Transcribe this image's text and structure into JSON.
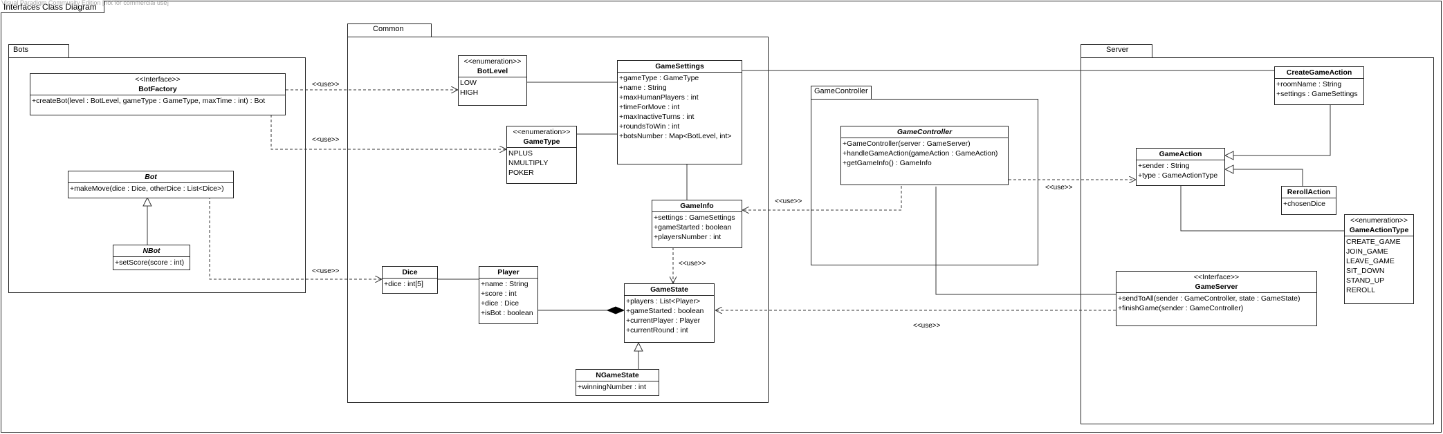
{
  "watermark": "Visual Paradigm Community Edition [not for commercial use]",
  "diagram_title": "Interfaces Class Diagram",
  "packages": {
    "bots": "Bots",
    "common": "Common",
    "server": "Server",
    "game_controller": "GameController"
  },
  "classes": {
    "bot_factory": {
      "stereotype": "<<Interface>>",
      "name": "BotFactory",
      "operations": [
        "+createBot(level : BotLevel, gameType : GameType, maxTime : int) : Bot"
      ]
    },
    "bot": {
      "name": "Bot",
      "operations": [
        "+makeMove(dice : Dice, otherDice : List<Dice>)"
      ]
    },
    "nbot": {
      "name": "NBot",
      "operations": [
        "+setScore(score : int)"
      ]
    },
    "bot_level": {
      "stereotype": "<<enumeration>>",
      "name": "BotLevel",
      "literals": [
        "LOW",
        "HIGH"
      ]
    },
    "game_type": {
      "stereotype": "<<enumeration>>",
      "name": "GameType",
      "literals": [
        "NPLUS",
        "NMULTIPLY",
        "POKER"
      ]
    },
    "game_settings": {
      "name": "GameSettings",
      "attributes": [
        "+gameType : GameType",
        "+name : String",
        "+maxHumanPlayers : int",
        "+timeForMove : int",
        "+maxInactiveTurns : int",
        "+roundsToWin : int",
        "+botsNumber : Map<BotLevel, int>"
      ]
    },
    "game_info": {
      "name": "GameInfo",
      "attributes": [
        "+settings : GameSettings",
        "+gameStarted : boolean",
        "+playersNumber : int"
      ]
    },
    "dice": {
      "name": "Dice",
      "attributes": [
        "+dice : int[5]"
      ]
    },
    "player": {
      "name": "Player",
      "attributes": [
        "+name : String",
        "+score : int",
        "+dice : Dice",
        "+isBot : boolean"
      ]
    },
    "game_state": {
      "name": "GameState",
      "attributes": [
        "+players : List<Player>",
        "+gameStarted : boolean",
        "+currentPlayer : Player",
        "+currentRound : int"
      ]
    },
    "ngame_state": {
      "name": "NGameState",
      "attributes": [
        "+winningNumber : int"
      ]
    },
    "game_controller": {
      "name": "GameController",
      "operations": [
        "+GameController(server : GameServer)",
        "+handleGameAction(gameAction : GameAction)",
        "+getGameInfo() : GameInfo"
      ]
    },
    "create_game_action": {
      "name": "CreateGameAction",
      "attributes": [
        "+roomName : String",
        "+settings : GameSettings"
      ]
    },
    "game_action": {
      "name": "GameAction",
      "attributes": [
        "+sender : String",
        "+type : GameActionType"
      ]
    },
    "reroll_action": {
      "name": "RerollAction",
      "attributes": [
        "+chosenDice"
      ]
    },
    "game_action_type": {
      "stereotype": "<<enumeration>>",
      "name": "GameActionType",
      "literals": [
        "CREATE_GAME",
        "JOIN_GAME",
        "LEAVE_GAME",
        "SIT_DOWN",
        "STAND_UP",
        "REROLL"
      ]
    },
    "game_server": {
      "stereotype": "<<Interface>>",
      "name": "GameServer",
      "operations": [
        "+sendToAll(sender : GameController, state : GameState)",
        "+finishGame(sender : GameController)"
      ]
    }
  },
  "dependency_labels": {
    "factory_to_botlevel": "<<use>>",
    "factory_to_gametype": "<<use>>",
    "bot_to_dice": "<<use>>",
    "controller_to_gameinfo": "<<use>>",
    "controller_to_gameaction": "<<use>>",
    "gameinfo_to_gamestate": "<<use>>",
    "server_to_gamestate": "<<use>>"
  }
}
